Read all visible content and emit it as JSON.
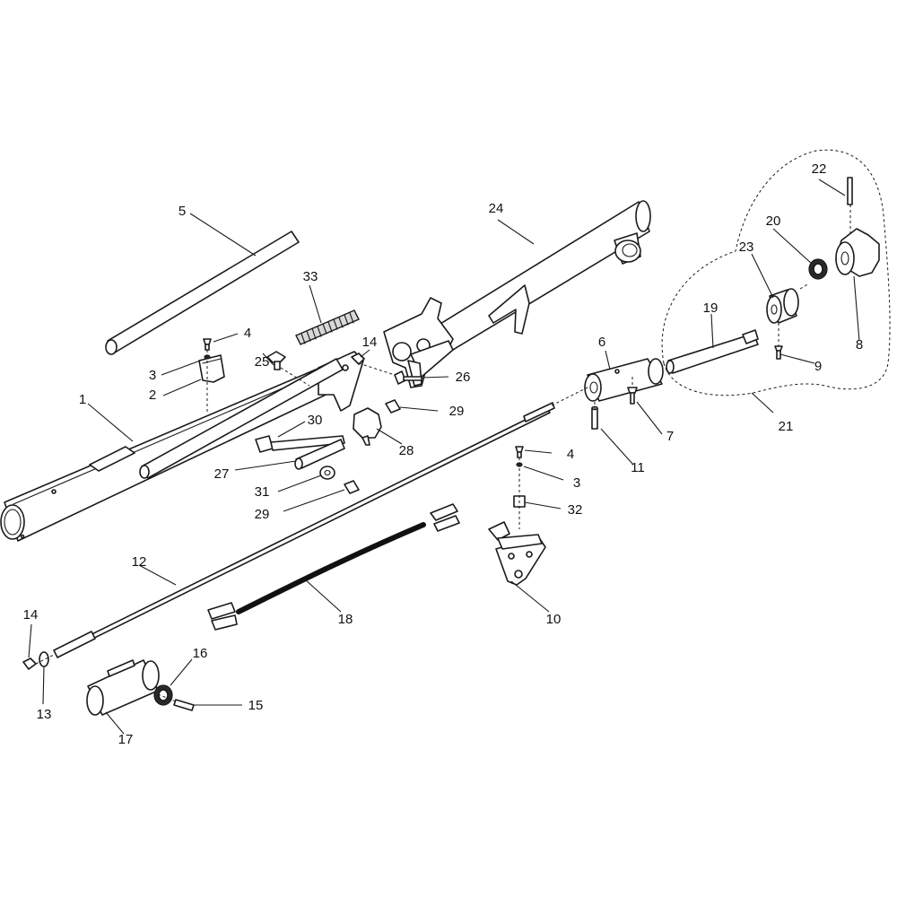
{
  "callouts": {
    "c1": "1",
    "c2": "2",
    "c3a": "3",
    "c3b": "3",
    "c4a": "4",
    "c4b": "4",
    "c5": "5",
    "c6": "6",
    "c7": "7",
    "c8": "8",
    "c9": "9",
    "c10": "10",
    "c11": "11",
    "c12": "12",
    "c13": "13",
    "c14a": "14",
    "c14b": "14",
    "c15": "15",
    "c16": "16",
    "c17": "17",
    "c18": "18",
    "c19": "19",
    "c20": "20",
    "c21": "21",
    "c22": "22",
    "c23": "23",
    "c24": "24",
    "c25": "25",
    "c26": "26",
    "c27": "27",
    "c28": "28",
    "c29a": "29",
    "c29b": "29",
    "c30": "30",
    "c31": "31",
    "c32": "32",
    "c33": "33"
  }
}
